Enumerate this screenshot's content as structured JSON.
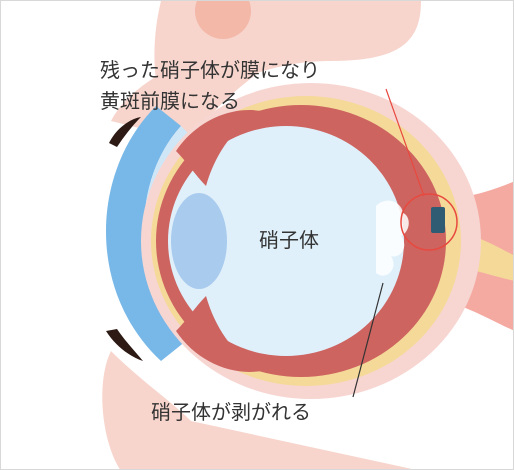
{
  "labels": {
    "membrane": "残った硝子体が膜になり黄斑前膜になる",
    "membrane_line1": "残った硝子体が膜になり",
    "membrane_line2": "黄斑前膜になる",
    "vitreous": "硝子体",
    "detachment": "硝子体が剥がれる"
  },
  "colors": {
    "background": "#ffffff",
    "skin": "#f7d5cd",
    "skin_dark": "#f3b8a8",
    "cornea": "#78b8e8",
    "cornea_light": "#cfe6f7",
    "lens": "#a9cbee",
    "vitreous": "#dff0fb",
    "choroid": "#cd6460",
    "sclera": "#f7d6d2",
    "retina_yellow": "#f5d999",
    "optic_nerve": "#f4a9a1",
    "lash": "#2d1a15",
    "macula_membrane": "#2f5b73",
    "annotation_red": "#e8493f",
    "leader_line": "#333333"
  }
}
